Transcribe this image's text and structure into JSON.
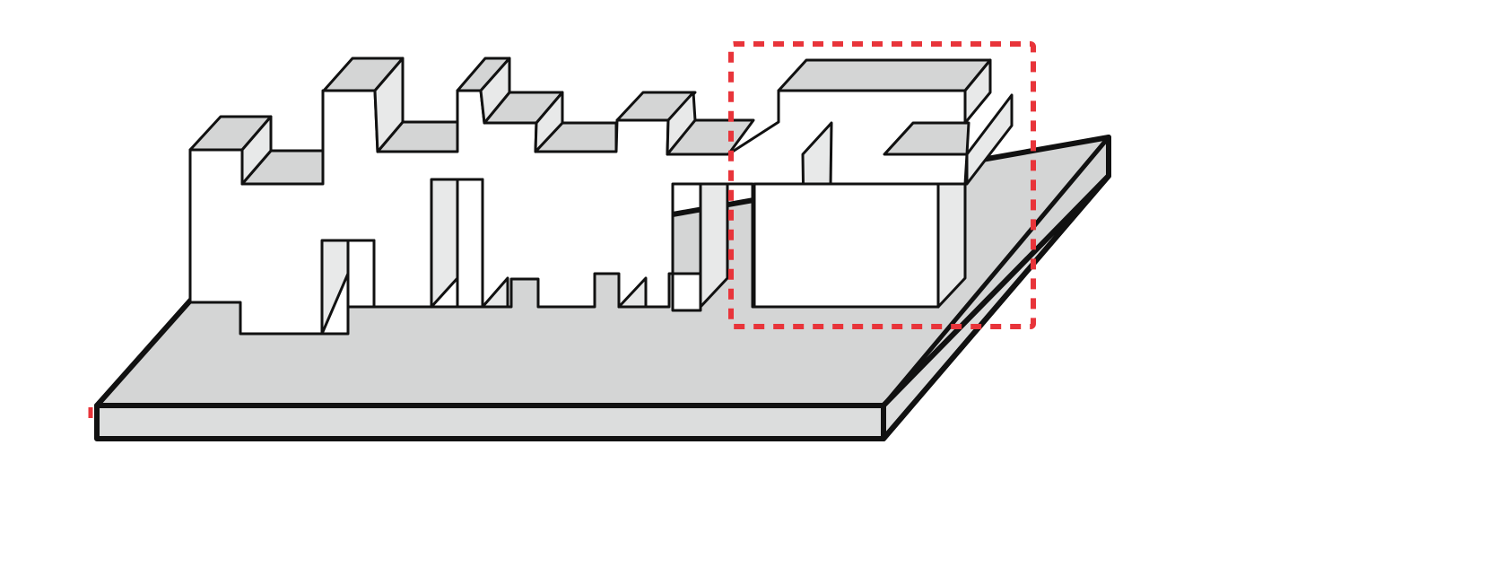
{
  "figure": {
    "description_visible_text": "",
    "colors": {
      "background": "#ffffff",
      "top_face": "#d4d5d5",
      "side_face": "#e8e9e9",
      "front_face": "#ffffff",
      "outline": "#111111",
      "highlight_box": "#e8343a"
    },
    "elements": [
      {
        "id": "base-plate",
        "kind": "slab"
      },
      {
        "id": "wall-structure",
        "kind": "extruded-profile"
      },
      {
        "id": "highlight-box",
        "kind": "dashed-rectangle"
      }
    ]
  }
}
